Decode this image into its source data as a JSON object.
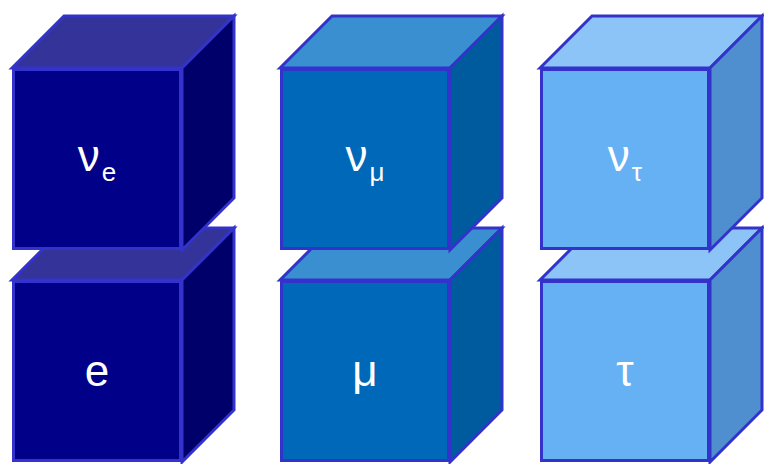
{
  "diagram": {
    "nodes": [
      {
        "text": [
          "ν",
          "e"
        ]
      },
      {
        "text": [
          "ν",
          "μ"
        ]
      },
      {
        "text": [
          "ν",
          "τ"
        ]
      },
      {
        "text": [
          "e"
        ]
      },
      {
        "text": [
          "μ"
        ]
      },
      {
        "text": [
          "τ"
        ]
      }
    ]
  }
}
